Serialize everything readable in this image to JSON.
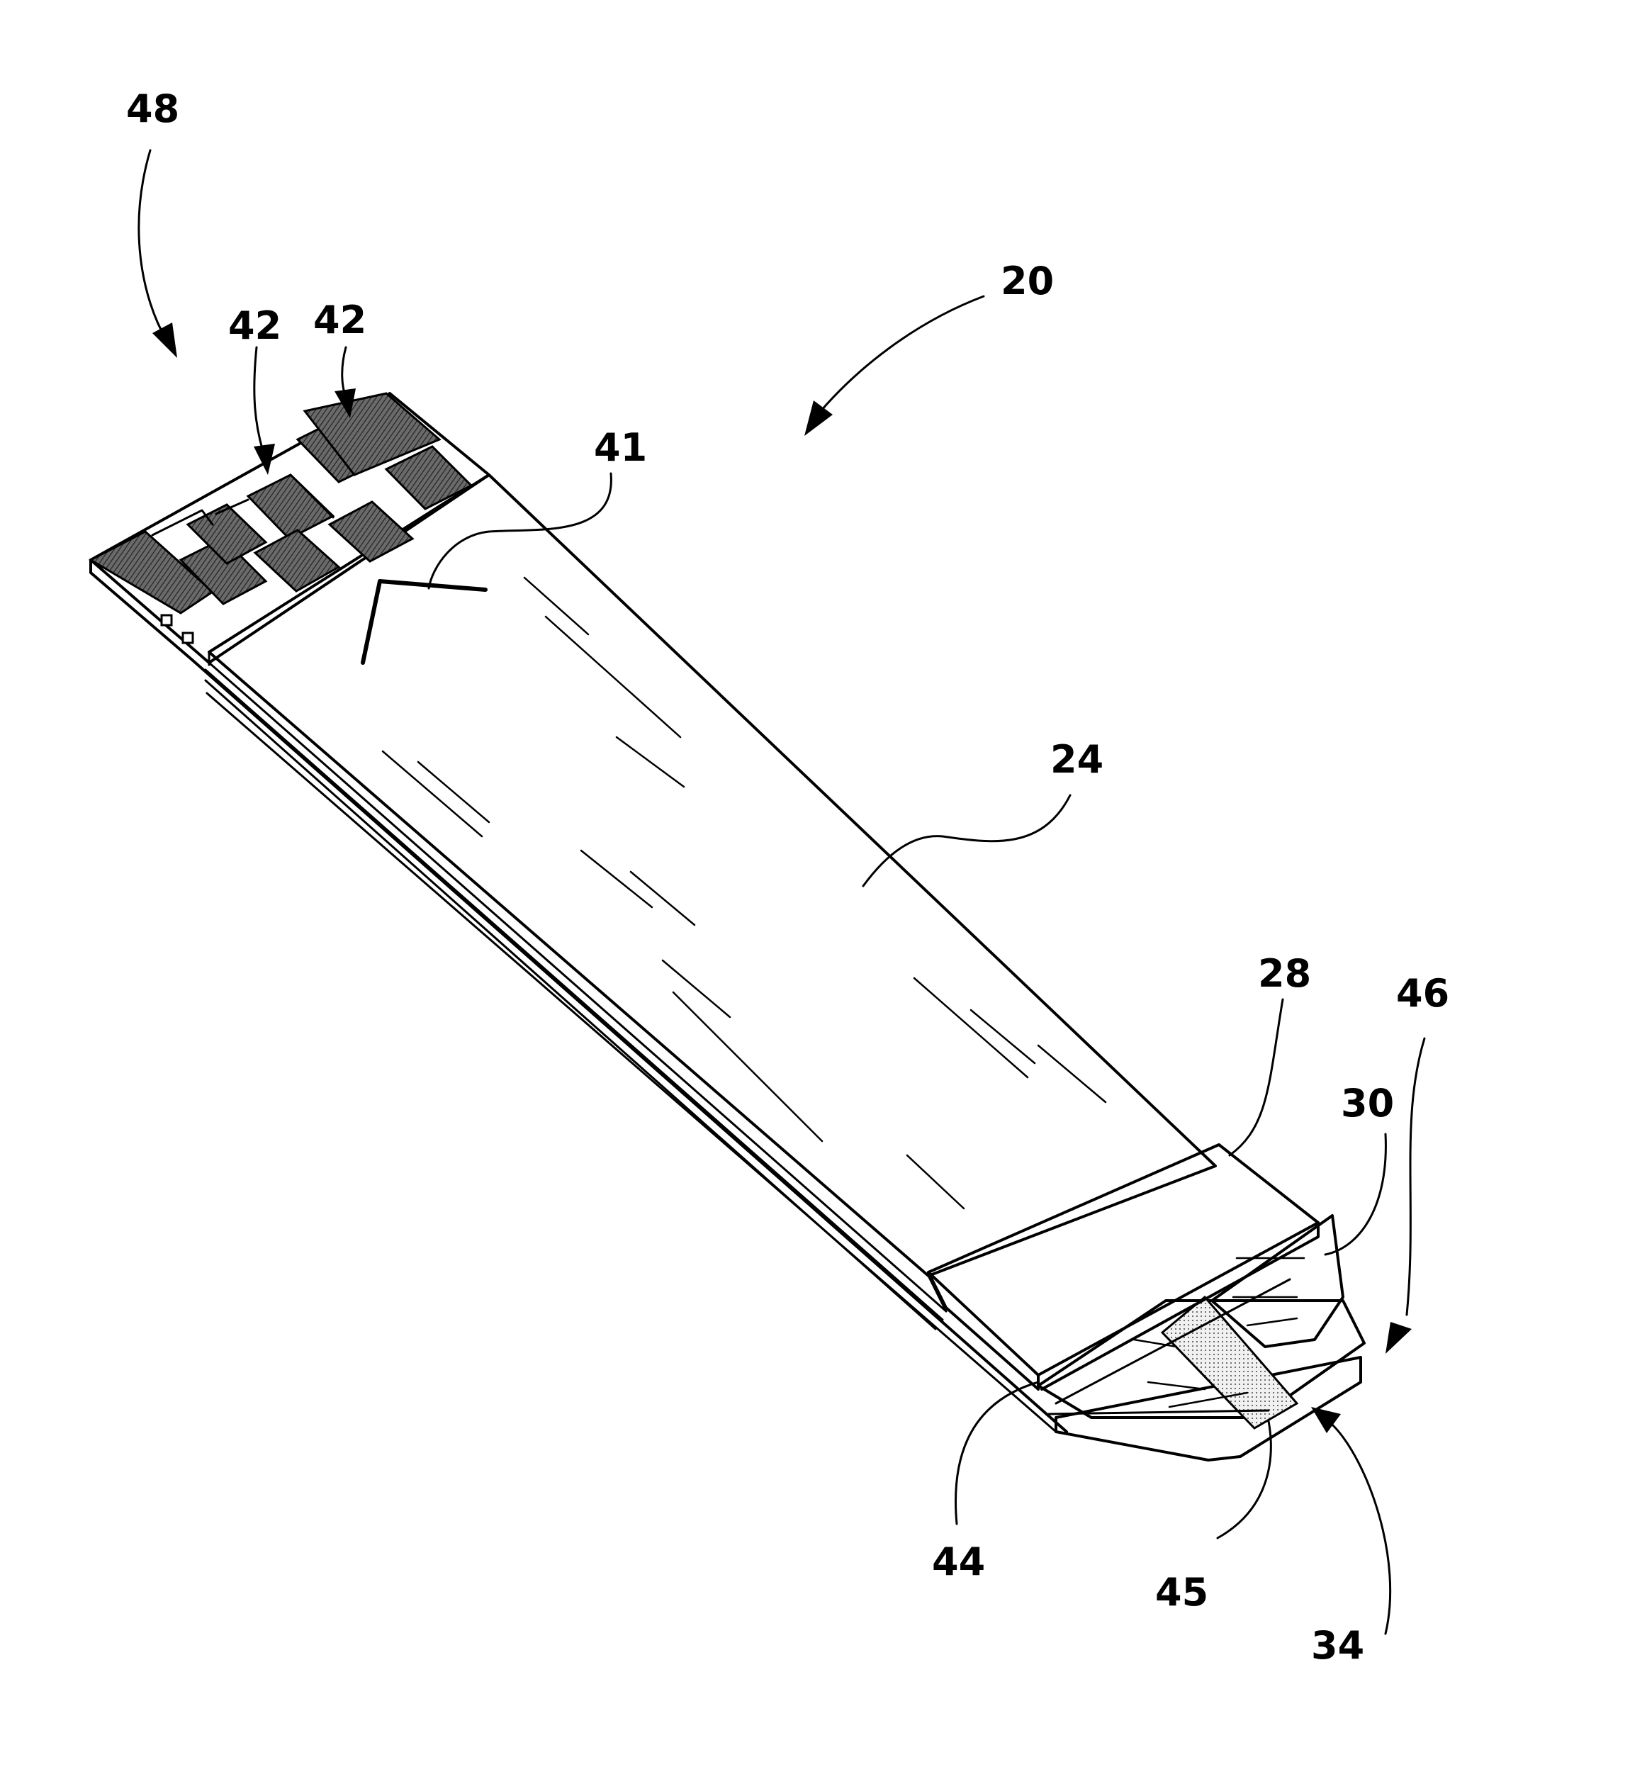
{
  "figure": {
    "reference_numerals": {
      "strip_assembly": "20",
      "cover_layer": "24",
      "spacer_layer": "28",
      "vent_layer": "30",
      "sample_inlet": "34",
      "fill_indicator": "41",
      "contact_pad_a": "42",
      "contact_pad_b": "42",
      "channel_edge": "44",
      "inlet_notch": "45",
      "sampling_end": "46",
      "meter_end": "48"
    },
    "colors": {
      "ink": "#000000",
      "paper": "#ffffff",
      "pad_fill": "#555555",
      "spacer_fill": "#d7d7d7",
      "channel_fill": "#c4c4c4",
      "inlet_fill": "#ededed"
    }
  }
}
